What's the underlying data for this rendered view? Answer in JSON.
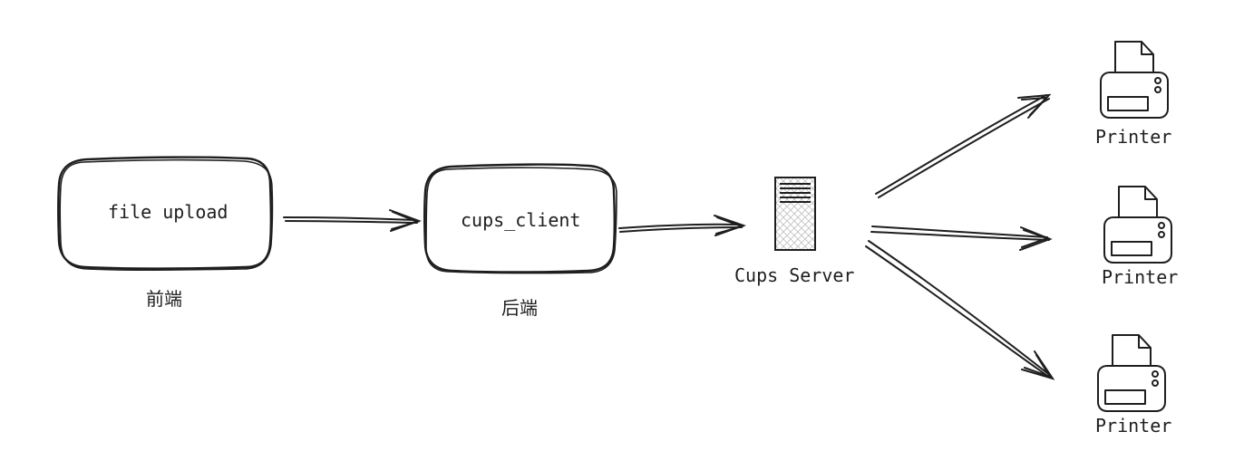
{
  "nodes": {
    "file_upload": {
      "label": "file upload",
      "caption": "前端"
    },
    "cups_client": {
      "label": "cups_client",
      "caption": "后端"
    },
    "cups_server": {
      "label": "Cups Server"
    },
    "printers": [
      {
        "label": "Printer"
      },
      {
        "label": "Printer"
      },
      {
        "label": "Printer"
      }
    ]
  },
  "edges": [
    {
      "from": "file_upload",
      "to": "cups_client"
    },
    {
      "from": "cups_client",
      "to": "cups_server"
    },
    {
      "from": "cups_server",
      "to": "printer_1"
    },
    {
      "from": "cups_server",
      "to": "printer_2"
    },
    {
      "from": "cups_server",
      "to": "printer_3"
    }
  ],
  "colors": {
    "stroke": "#1e1e1e",
    "background": "#ffffff",
    "hatch": "#bfbfbf"
  },
  "icons": {
    "server": "server-icon",
    "printer": "printer-icon"
  }
}
